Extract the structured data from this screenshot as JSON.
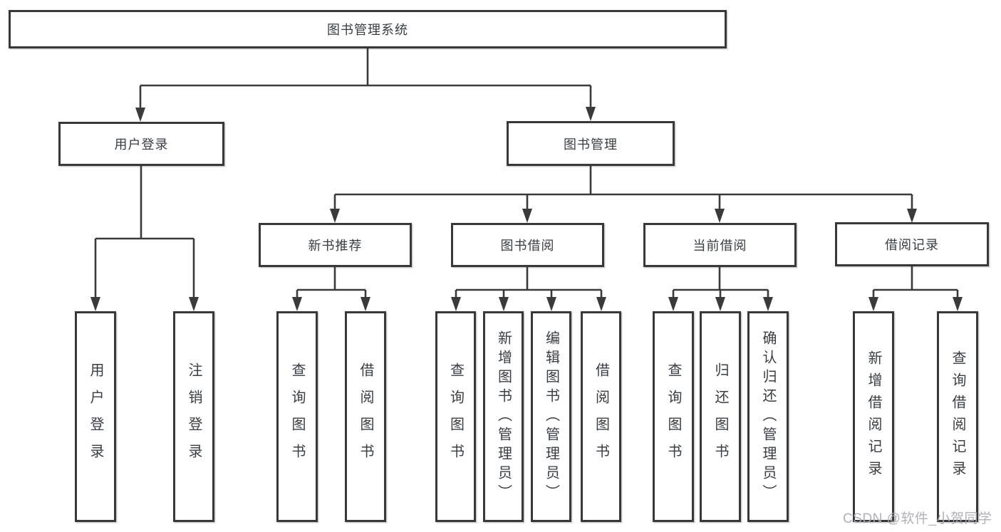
{
  "tree": {
    "label": "图书管理系统",
    "children": [
      {
        "label": "用户登录",
        "children": [
          {
            "label": "用户登录"
          },
          {
            "label": "注销登录"
          }
        ]
      },
      {
        "label": "图书管理",
        "children": [
          {
            "label": "新书推荐",
            "children": [
              {
                "label": "查询图书"
              },
              {
                "label": "借阅图书"
              }
            ]
          },
          {
            "label": "图书借阅",
            "children": [
              {
                "label": "查询图书"
              },
              {
                "label": "新增图书（管理员）"
              },
              {
                "label": "编辑图书（管理员）"
              },
              {
                "label": "借阅图书"
              }
            ]
          },
          {
            "label": "当前借阅",
            "children": [
              {
                "label": "查询图书"
              },
              {
                "label": "归还图书"
              },
              {
                "label": "确认归还（管理员）"
              }
            ]
          },
          {
            "label": "借阅记录",
            "children": [
              {
                "label": "新增借阅记录"
              },
              {
                "label": "查询借阅记录"
              }
            ]
          }
        ]
      }
    ]
  },
  "watermark": "CSDN @软件_小贺同学",
  "colors": {
    "line": "#3a3a3a",
    "box_border": "#383838",
    "text": "#383d44",
    "watermark": "#aaadb3"
  }
}
